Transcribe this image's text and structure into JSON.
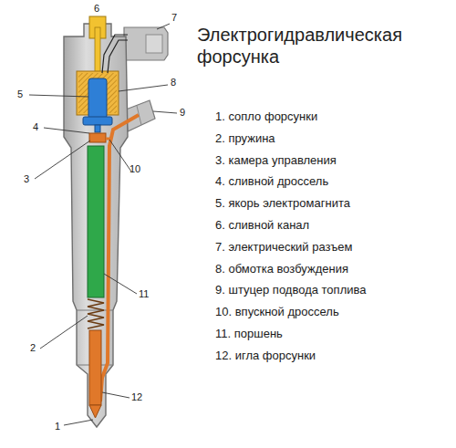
{
  "diagram": {
    "title": "Электрогидравлическая форсунка",
    "labels": [
      "1. сопло форсунки",
      "2. пружина",
      "3. камера управления",
      "4. сливной дроссель",
      "5. якорь электромагнита",
      "6. сливной канал",
      "7. электрический разъем",
      "8. обмотка возбуждения",
      "9. штуцер подвода топлива",
      "10. впускной дроссель",
      "11. поршень",
      "12. игла форсунки",
      "1",
      "2",
      "3",
      "4",
      "5",
      "6",
      "7",
      "8",
      "9",
      "10",
      "11",
      "12"
    ]
  }
}
